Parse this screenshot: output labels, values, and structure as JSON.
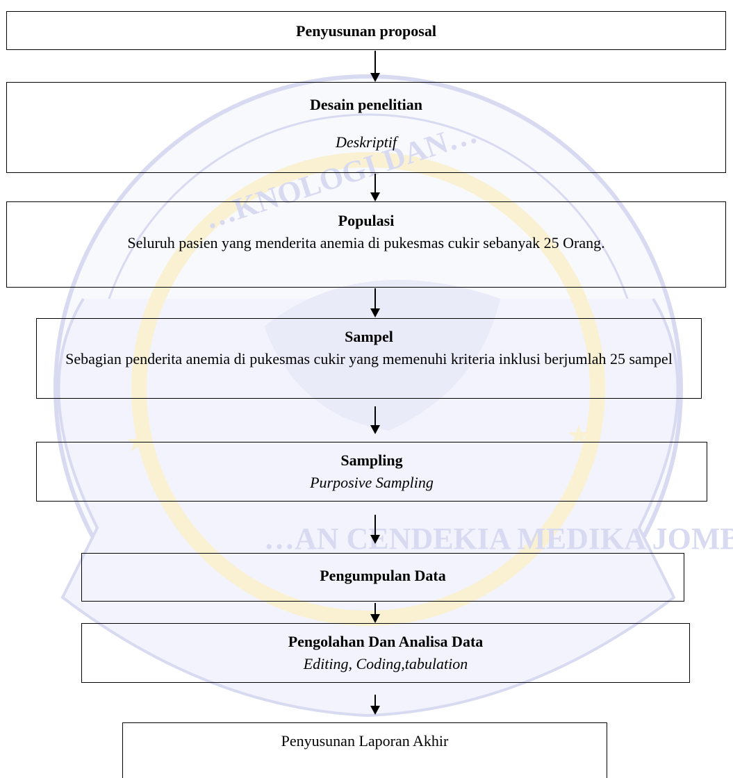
{
  "watermark": {
    "arc_top": "…KNOLOGI DAN…",
    "arc_bottom": "…AN CENDEKIA MEDIKA JOMBANG",
    "colors": {
      "blue": "#8f94d8",
      "yellow": "#f2e3a0"
    }
  },
  "steps": [
    {
      "title": "Penyusunan proposal"
    },
    {
      "title": "Desain penelitian",
      "subtitle": "Deskriptif"
    },
    {
      "title": "Populasi",
      "text": "Seluruh pasien yang menderita anemia di pukesmas cukir sebanyak 25 Orang."
    },
    {
      "title": "Sampel",
      "text": "Sebagian  penderita anemia di pukesmas cukir yang memenuhi kriteria inklusi berjumlah 25 sampel"
    },
    {
      "title": "Sampling",
      "subtitle": "Purposive Sampling"
    },
    {
      "title": "Pengumpulan Data"
    },
    {
      "title": "Pengolahan Dan Analisa Data",
      "subtitle": "Editing, Coding,tabulation"
    },
    {
      "text": "Penyusunan Laporan Akhir"
    }
  ]
}
